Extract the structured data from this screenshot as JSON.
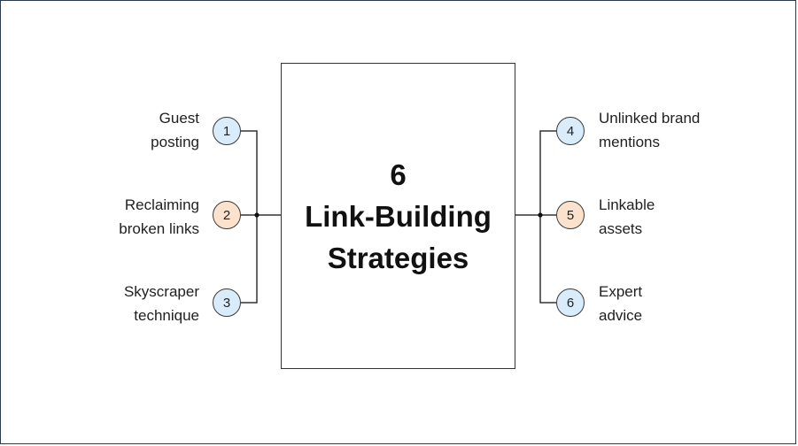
{
  "center": {
    "lines": [
      "6",
      "Link-Building",
      "Strategies"
    ]
  },
  "colors": {
    "blue": "#d8ecfb",
    "peach": "#fbe2cc"
  },
  "strategies": [
    {
      "number": "1",
      "lines": [
        "Guest",
        "posting"
      ],
      "color": "blue"
    },
    {
      "number": "2",
      "lines": [
        "Reclaiming",
        "broken links"
      ],
      "color": "peach"
    },
    {
      "number": "3",
      "lines": [
        "Skyscraper",
        "technique"
      ],
      "color": "blue"
    },
    {
      "number": "4",
      "lines": [
        "Unlinked brand",
        "mentions"
      ],
      "color": "blue"
    },
    {
      "number": "5",
      "lines": [
        "Linkable",
        "assets"
      ],
      "color": "peach"
    },
    {
      "number": "6",
      "lines": [
        "Expert",
        "advice"
      ],
      "color": "blue"
    }
  ]
}
